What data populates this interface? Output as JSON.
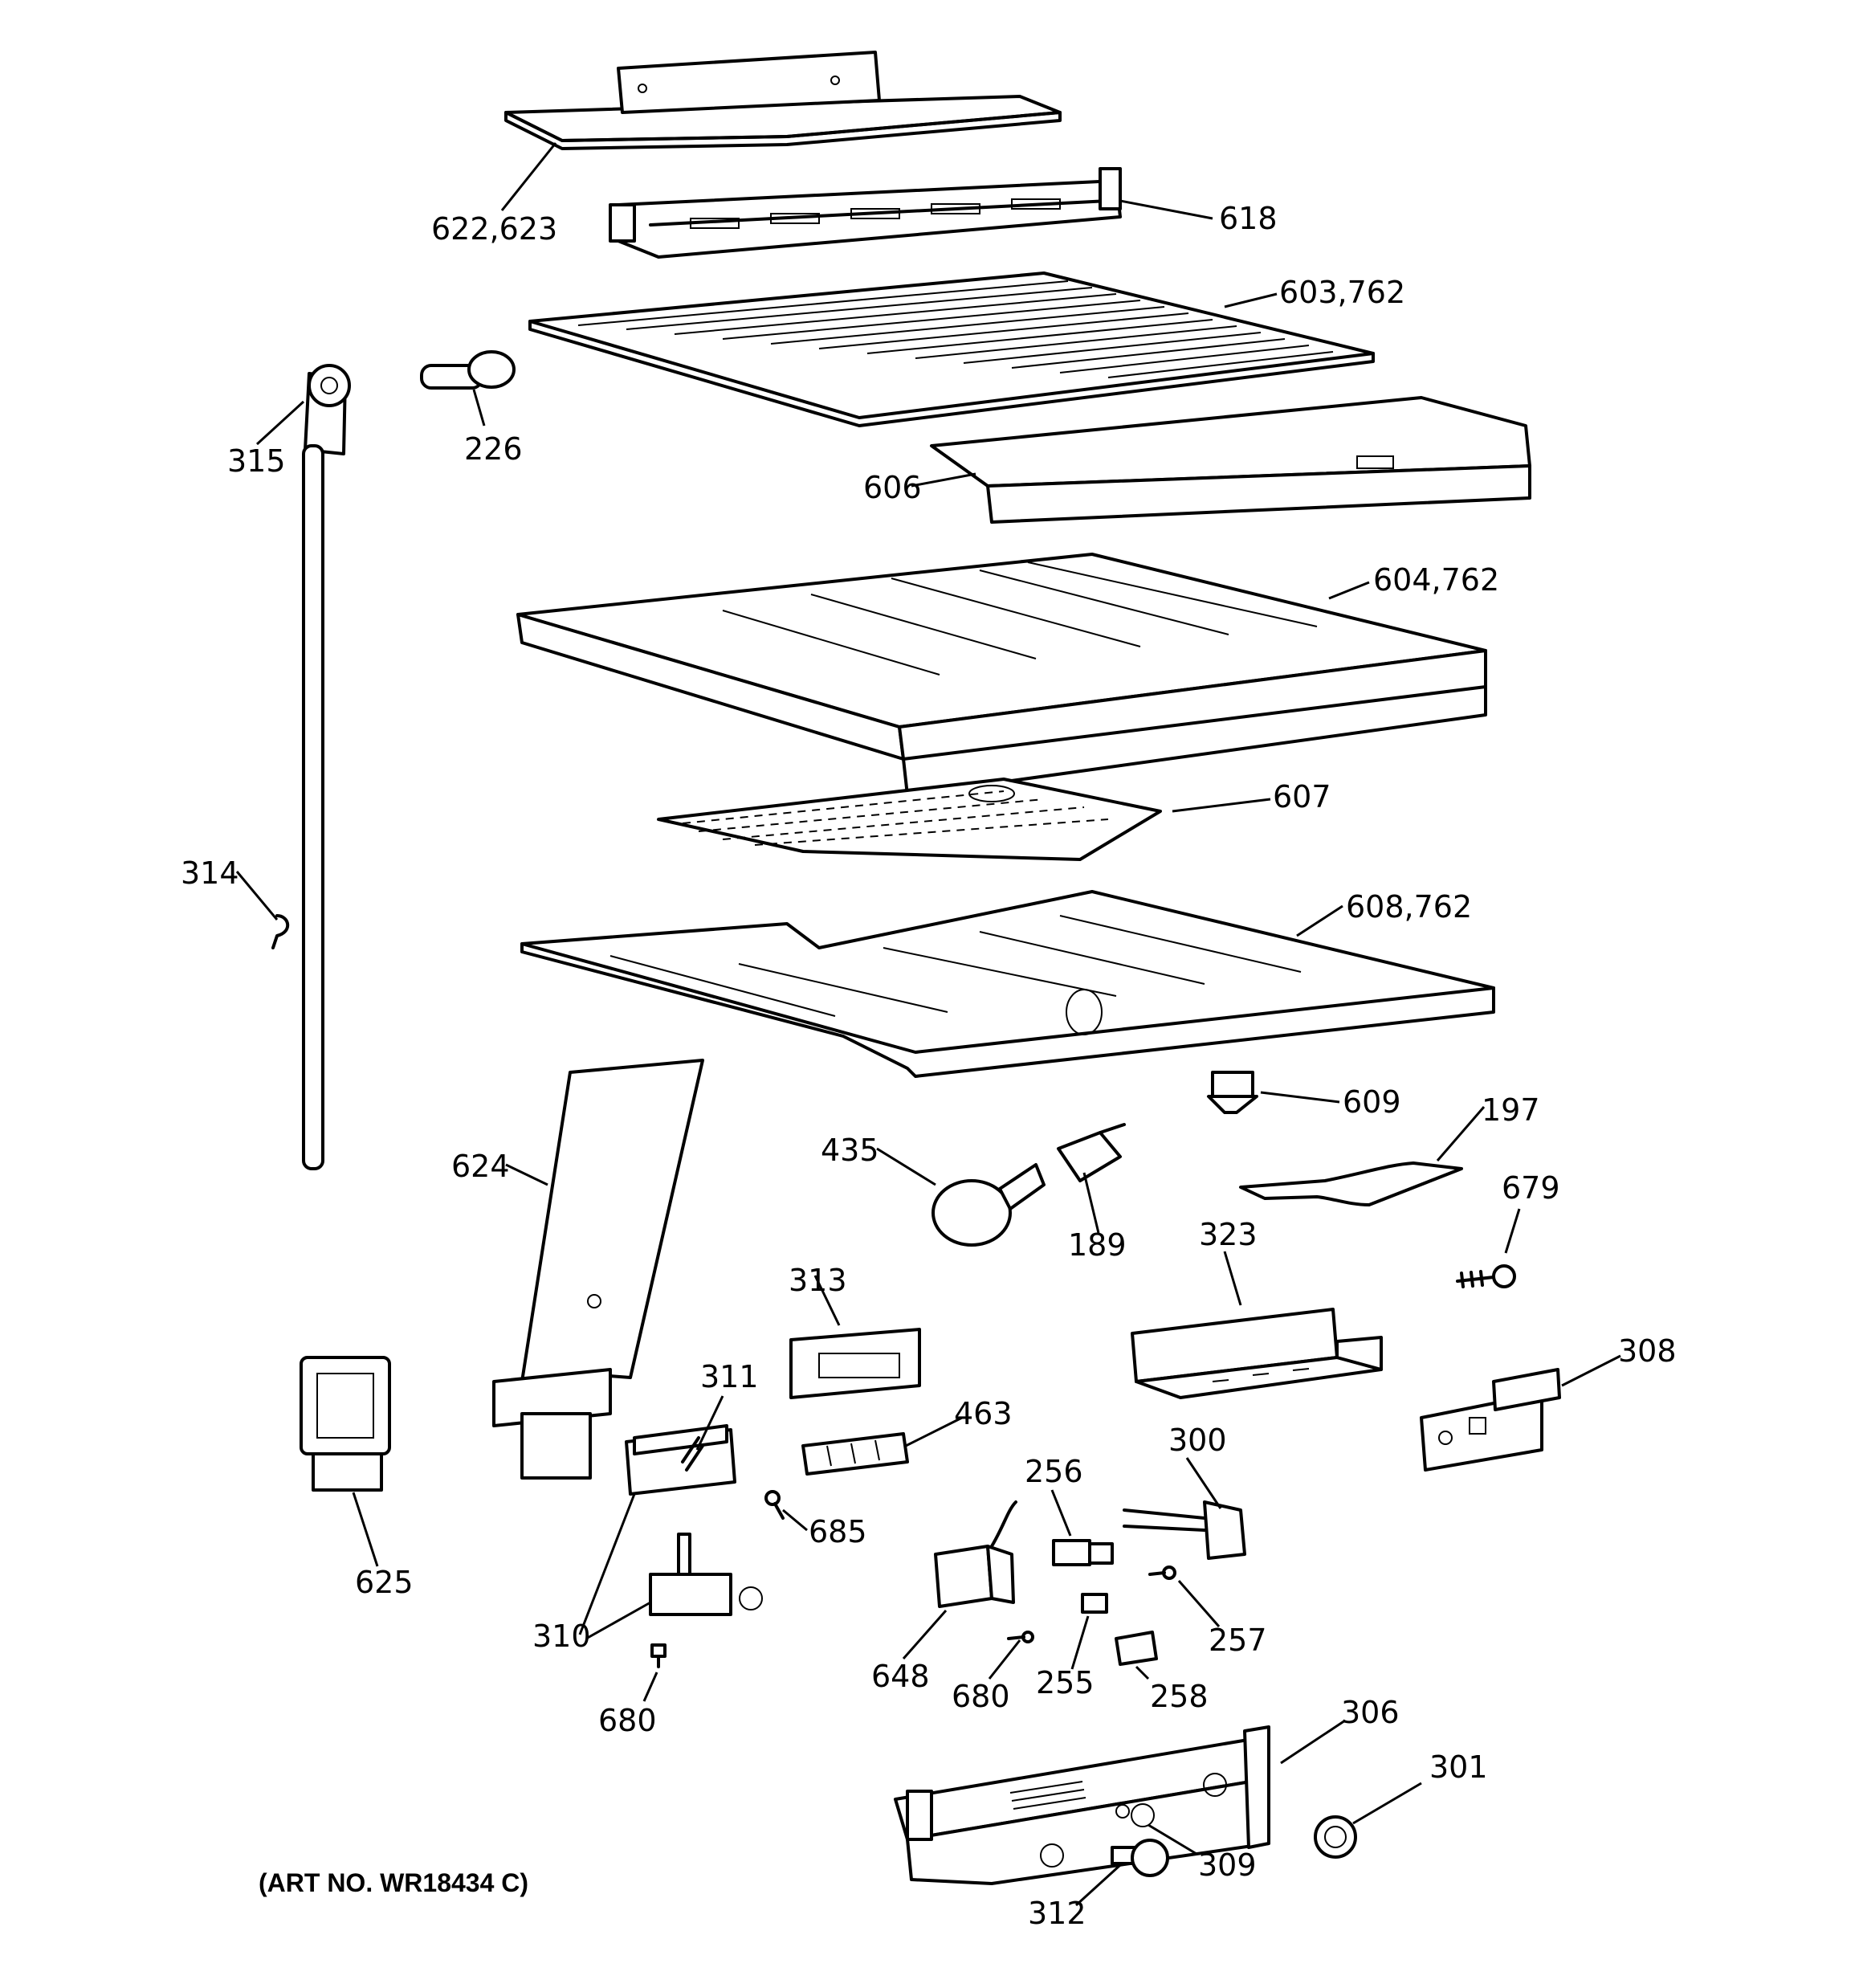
{
  "diagram": {
    "art_number": "(ART NO. WR18434 C)",
    "callouts": [
      {
        "id": "622-623",
        "label": "622,623"
      },
      {
        "id": "618",
        "label": "618"
      },
      {
        "id": "603-762",
        "label": "603,762"
      },
      {
        "id": "226",
        "label": "226"
      },
      {
        "id": "315",
        "label": "315"
      },
      {
        "id": "606",
        "label": "606"
      },
      {
        "id": "604-762",
        "label": "604,762"
      },
      {
        "id": "607",
        "label": "607"
      },
      {
        "id": "314",
        "label": "314"
      },
      {
        "id": "608-762",
        "label": "608,762"
      },
      {
        "id": "609",
        "label": "609"
      },
      {
        "id": "197",
        "label": "197"
      },
      {
        "id": "624",
        "label": "624"
      },
      {
        "id": "435",
        "label": "435"
      },
      {
        "id": "189",
        "label": "189"
      },
      {
        "id": "679",
        "label": "679"
      },
      {
        "id": "323",
        "label": "323"
      },
      {
        "id": "313",
        "label": "313"
      },
      {
        "id": "311",
        "label": "311"
      },
      {
        "id": "463",
        "label": "463"
      },
      {
        "id": "308",
        "label": "308"
      },
      {
        "id": "625",
        "label": "625"
      },
      {
        "id": "685",
        "label": "685"
      },
      {
        "id": "300",
        "label": "300"
      },
      {
        "id": "256",
        "label": "256"
      },
      {
        "id": "310",
        "label": "310"
      },
      {
        "id": "257",
        "label": "257"
      },
      {
        "id": "648",
        "label": "648"
      },
      {
        "id": "680a",
        "label": "680"
      },
      {
        "id": "255",
        "label": "255"
      },
      {
        "id": "258",
        "label": "258"
      },
      {
        "id": "680b",
        "label": "680"
      },
      {
        "id": "306",
        "label": "306"
      },
      {
        "id": "301",
        "label": "301"
      },
      {
        "id": "309",
        "label": "309"
      },
      {
        "id": "312",
        "label": "312"
      }
    ]
  }
}
